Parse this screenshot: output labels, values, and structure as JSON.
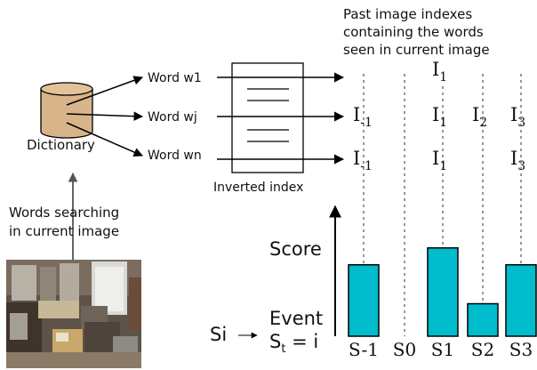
{
  "caption": "Past image indexes\ncontaining the words\nseen in current image",
  "dictionary": {
    "label": "Dictionary"
  },
  "words": [
    {
      "text": "Word w1"
    },
    {
      "text": "Word wj"
    },
    {
      "text": "Word wn"
    }
  ],
  "inverted_index": {
    "label": "Inverted index"
  },
  "search": {
    "label": "Words searching\nin current image"
  },
  "score_label": "Score",
  "event_label": "Event",
  "event_formula": {
    "prefix": "S",
    "sub": "t",
    "suffix": " = i"
  },
  "si_label": "Si",
  "states": [
    "S-1",
    "S0",
    "S1",
    "S2",
    "S3"
  ],
  "rows": [
    [
      null,
      null,
      {
        "base": "I",
        "sub": "1"
      },
      null,
      null
    ],
    [
      {
        "base": "I",
        "sub": "-1"
      },
      null,
      {
        "base": "I",
        "sub": "1"
      },
      {
        "base": "I",
        "sub": "2"
      },
      {
        "base": "I",
        "sub": "3"
      }
    ],
    [
      {
        "base": "I",
        "sub": "-1"
      },
      null,
      {
        "base": "I",
        "sub": "1"
      },
      null,
      {
        "base": "I",
        "sub": "3"
      }
    ]
  ],
  "chart_data": {
    "type": "bar",
    "categories": [
      "S-1",
      "S0",
      "S1",
      "S2",
      "S3"
    ],
    "values": [
      0.55,
      0.0,
      0.68,
      0.25,
      0.55
    ],
    "ylabel": "Score",
    "xlabel": "",
    "ylim": [
      0,
      1
    ],
    "bar_color": "#00bccc"
  },
  "colors": {
    "bar": "#00bccc",
    "cylinder": "#d8b48a",
    "line": "#000000",
    "dotted": "#777777"
  }
}
